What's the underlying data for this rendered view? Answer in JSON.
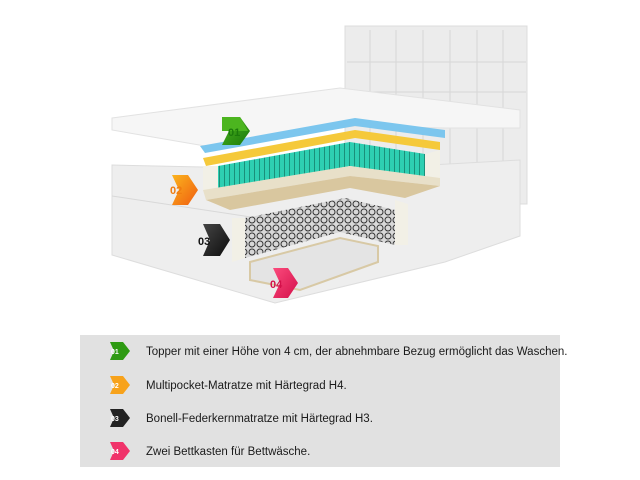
{
  "illustration": {
    "markers": [
      {
        "num": "01",
        "color": "#3a9a16",
        "color2": "#1d7a0a"
      },
      {
        "num": "02",
        "color": "#f7a21b",
        "color2": "#f06a10"
      },
      {
        "num": "03",
        "color": "#333333",
        "color2": "#111111"
      },
      {
        "num": "04",
        "color": "#f0336a",
        "color2": "#d8124a"
      }
    ]
  },
  "legend": {
    "items": [
      {
        "num": "01",
        "text": "Topper mit einer Höhe von 4 cm, der abnehmbare Bezug ermöglicht das Waschen.",
        "color": "#3a9a16"
      },
      {
        "num": "02",
        "text": "Multipocket-Matratze mit Härtegrad H4.",
        "color": "#f7a21b"
      },
      {
        "num": "03",
        "text": "Bonell-Federkernmatratze mit Härtegrad H3.",
        "color": "#222222"
      },
      {
        "num": "04",
        "text": "Zwei Bettkasten für Bettwäsche.",
        "color": "#f0336a"
      }
    ]
  }
}
